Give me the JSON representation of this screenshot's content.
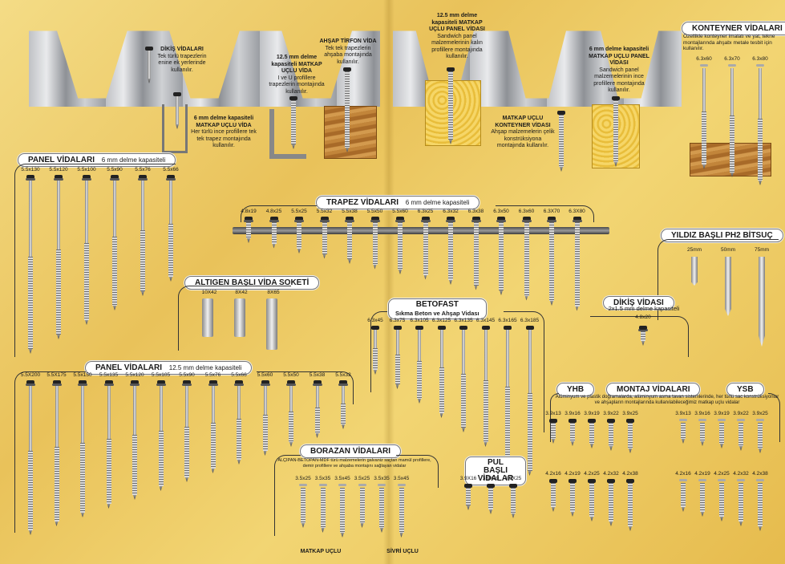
{
  "captions": {
    "dikis": {
      "title": "DİKİŞ VİDALARI",
      "text": "Tek türlü trapezlerin enine ek yerlerinde kullanılır."
    },
    "matkap125_top": {
      "title": "12.5 mm delme kapasiteli MATKAP UÇLU VİDA",
      "text": "I ve U profillere trapezlerin montajında kullanılır."
    },
    "ahsap_tirfon": {
      "title": "AHŞAP TİRFON VİDA",
      "text": "Tek tek trapezlerin ahşaba montajında kullanılır."
    },
    "matkap6_left": {
      "title": "6 mm delme kapasiteli MATKAP UÇLU VİDA",
      "text": "Her türlü ince profillere tek tek trapez montajında kullanılır."
    },
    "panel125": {
      "title": "12.5 mm delme kapasiteli MATKAP UÇLU PANEL VİDASI",
      "text": "Sandwich panel malzemelerinin kalın profillere montajında kullanılır."
    },
    "konteyner_vida": {
      "title": "MATKAP UÇLU KONTEYNER VİDASI",
      "text": "Ahşap malzemelerin çelik konstrüksiyona montajında kullanılır."
    },
    "panel6": {
      "title": "6 mm delme kapasiteli MATKAP UÇLU PANEL VİDASI",
      "text": "Sandwich panel malzemelerinin ince profillere montajında kullanılır."
    }
  },
  "konteyner": {
    "title": "KONTEYNER VİDALARI",
    "text": "Özellikle konteyner imalatı ve yat, tekne montajlarında ahşabı metale tesbit için kullanılır.",
    "sizes": [
      "6.3x60",
      "6.3x70",
      "6.3x80"
    ]
  },
  "panel6": {
    "title": "PANEL VİDALARI",
    "subtitle": "6 mm delme kapasiteli",
    "sizes": [
      "5.5x130",
      "5.5x120",
      "5.5x100",
      "5.5x90",
      "5.5x76",
      "5.5x66"
    ]
  },
  "trapez": {
    "title": "TRAPEZ VİDALARI",
    "subtitle": "6 mm delme kapasiteli",
    "sizes": [
      "4.8x19",
      "4.8x25",
      "5.5x25",
      "5.5x32",
      "5.5x38",
      "5.5x50",
      "5.5x60",
      "6.3x25",
      "6.3x32",
      "6.3x38",
      "6.3x50",
      "6.3x60",
      "6.3X70",
      "6.3X80"
    ]
  },
  "soket": {
    "title": "ALTIGEN BAŞLI VİDA SOKETİ",
    "sizes": [
      "10X42",
      "8X42",
      "8X65"
    ]
  },
  "yildiz": {
    "title": "YILDIZ BAŞLI PH2 BİTSUÇ",
    "sizes": [
      "25mm",
      "50mm",
      "75mm"
    ]
  },
  "dikis_vida": {
    "title": "DİKİŞ VİDASI",
    "subtitle": "2x1.5 mm delme kapasiteli",
    "size": "4.8x20"
  },
  "betofast": {
    "title": "BETOFAST",
    "subtitle": "Sıkma Beton ve Ahşap Vidası",
    "sizes": [
      "6.3x45",
      "6.3x75",
      "6.3x105",
      "6.3x125",
      "6.3x135",
      "6.3x145",
      "6.3x165",
      "6.3x185"
    ]
  },
  "panel125": {
    "title": "PANEL VİDALARI",
    "subtitle": "12.5 mm delme kapasiteli",
    "sizes": [
      "5.5X200",
      "5.5X175",
      "5.5x150",
      "5.5x135",
      "5.5x120",
      "5.5x105",
      "5.5x90",
      "5.5x76",
      "5.5x66",
      "5.5x60",
      "5.5x50",
      "5.5x38",
      "5.5x32"
    ]
  },
  "borazan": {
    "title": "BORAZAN VİDALARI",
    "text": "ALÇIPAN-BETOPAN-MDF türü malzemelerin galvaniz saçtan mamül profillere, demir profillere ve ahşaba montajını sağlayan vidalar",
    "sizes": [
      "3.5x25",
      "3.5x35",
      "3.5x45",
      "3.5x25",
      "3.5x35",
      "3.5x45"
    ],
    "label_left": "MATKAP UÇLU",
    "label_right": "SİVRİ UÇLU"
  },
  "pul": {
    "title": "PUL BAŞLI VİDALAR",
    "sizes": [
      "3.9X16",
      "3.9X19",
      "3.9X25"
    ]
  },
  "montaj": {
    "yhb": "YHB",
    "title": "MONTAJ VİDALARI",
    "ysb": "YSB",
    "text": "Alüminyum ve plastik doğramalarda, alüminyum asma tavan sistemlerinde, her türlü sac konstrüksiyonlar ve ahşapların montajlarında kullanılabileceğimiz matkap uçlu vidalar",
    "yhb_row1": [
      "3.9x13",
      "3.9x16",
      "3.9x19",
      "3.9x22",
      "3.9x25"
    ],
    "yhb_row2": [
      "4.2x16",
      "4.2x19",
      "4.2x25",
      "4.2x32",
      "4.2x38"
    ],
    "ysb_row1": [
      "3.9x13",
      "3.9x16",
      "3.9x19",
      "3.9x22",
      "3.9x25"
    ],
    "ysb_row2": [
      "4.2x16",
      "4.2x19",
      "4.2x25",
      "4.2x32",
      "4.2x38"
    ]
  }
}
